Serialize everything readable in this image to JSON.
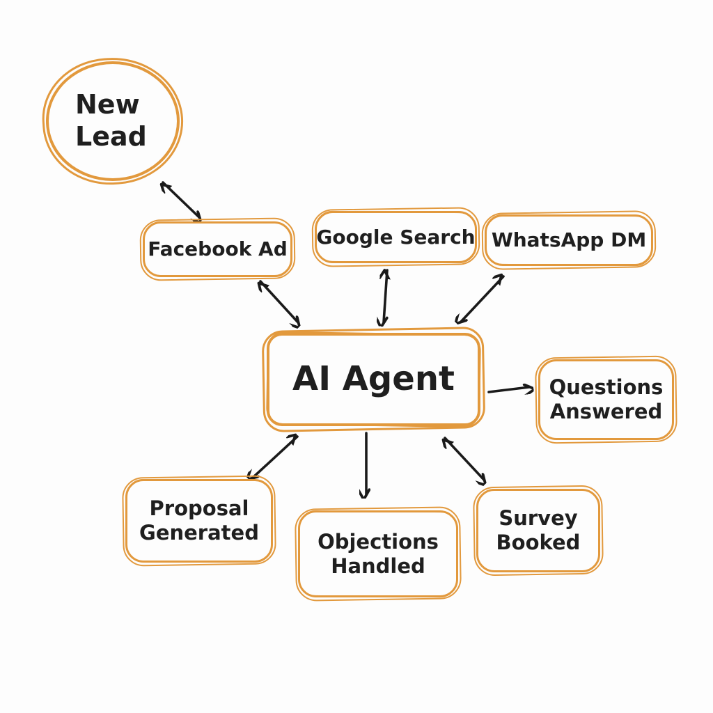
{
  "diagram": {
    "nodes": [
      {
        "id": "new-lead",
        "label": "New Lead",
        "shape": "circle"
      },
      {
        "id": "facebook-ad",
        "label": "Facebook Ad",
        "shape": "rounded-rect"
      },
      {
        "id": "google-search",
        "label": "Google Search",
        "shape": "rounded-rect"
      },
      {
        "id": "whatsapp-dm",
        "label": "WhatsApp DM",
        "shape": "rounded-rect"
      },
      {
        "id": "ai-agent",
        "label": "AI Agent",
        "shape": "rounded-rect"
      },
      {
        "id": "questions-answered",
        "label": "Questions Answered",
        "shape": "rounded-rect"
      },
      {
        "id": "proposal-generated",
        "label": "Proposal Generated",
        "shape": "rounded-rect"
      },
      {
        "id": "objections-handled",
        "label": "Objections Handled",
        "shape": "rounded-rect"
      },
      {
        "id": "survey-booked",
        "label": "Survey Booked",
        "shape": "rounded-rect"
      }
    ],
    "edges": [
      {
        "from": "new-lead",
        "to": "facebook-ad",
        "bidirectional": true
      },
      {
        "from": "facebook-ad",
        "to": "ai-agent",
        "bidirectional": true
      },
      {
        "from": "google-search",
        "to": "ai-agent",
        "bidirectional": true
      },
      {
        "from": "whatsapp-dm",
        "to": "ai-agent",
        "bidirectional": true
      },
      {
        "from": "ai-agent",
        "to": "questions-answered",
        "bidirectional": false
      },
      {
        "from": "ai-agent",
        "to": "proposal-generated",
        "bidirectional": true
      },
      {
        "from": "ai-agent",
        "to": "objections-handled",
        "bidirectional": false
      },
      {
        "from": "ai-agent",
        "to": "survey-booked",
        "bidirectional": true
      }
    ],
    "colors": {
      "node_stroke": "#E2993D",
      "arrow": "#1A1A1A",
      "text": "#1F1F1F",
      "background": "#FDFDFD"
    }
  }
}
